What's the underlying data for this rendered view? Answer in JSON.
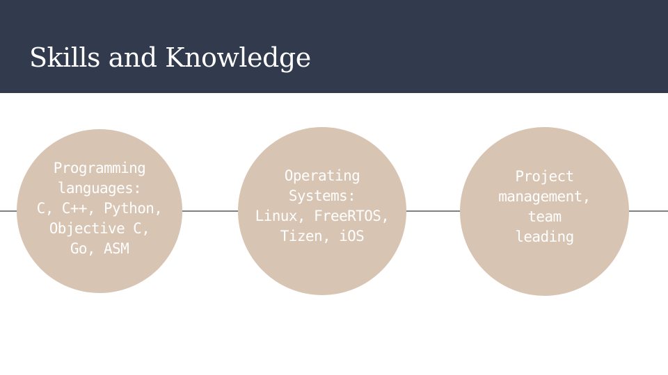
{
  "slide": {
    "title": "Skills and Knowledge",
    "colors": {
      "header_bg": "#323a4e",
      "title_text": "#ffffff",
      "circle_fill": "#d8c4b2",
      "circle_text": "#ffffff",
      "timeline": "#7f7f7f",
      "background": "#ffffff"
    },
    "circles": [
      {
        "text": "Programming\nlanguages:\nC, C++, Python,\nObjective C,\nGo, ASM"
      },
      {
        "text": "Operating\nSystems:\nLinux, FreeRTOS,\nTizen, iOS"
      },
      {
        "text": "Project\nmanagement,\nteam\nleading"
      }
    ]
  }
}
